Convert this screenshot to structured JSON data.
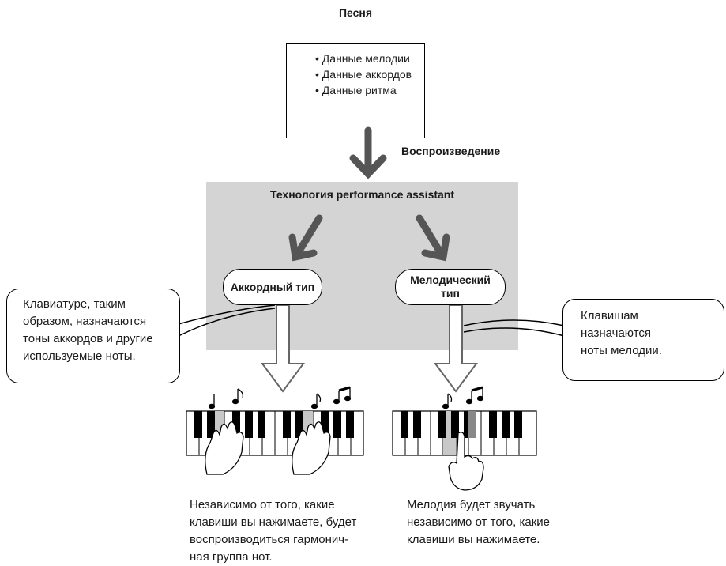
{
  "title": "Песня",
  "song_box": {
    "items": [
      "Данные мелодии",
      "Данные аккордов",
      "Данные ритма"
    ]
  },
  "playback_label": "Воспроизведение",
  "tech_label": "Технология performance assistant",
  "chord_type": "Аккордный тип",
  "melody_type": {
    "line1": "Мелодический",
    "line2": "тип"
  },
  "bubble_left": {
    "line1": "Клавиатуре, таким",
    "line2": "образом, назначаются",
    "line3": "тоны аккордов и другие",
    "line4": "используемые ноты."
  },
  "bubble_right": {
    "line1": "Клавишам",
    "line2": "назначаются",
    "line3": "ноты мелодии."
  },
  "caption_left": {
    "line1": "Независимо от того, какие",
    "line2": "клавиши вы нажимаете, будет",
    "line3": "воспроизводиться гармонич-",
    "line4": "ная группа нот."
  },
  "caption_right": {
    "line1": "Мелодия будет звучать",
    "line2": "независимо от того, какие",
    "line3": "клавиши вы нажимаете."
  },
  "colors": {
    "panel": "#d4d4d4",
    "arrow": "#555555",
    "outline": "#000000"
  }
}
